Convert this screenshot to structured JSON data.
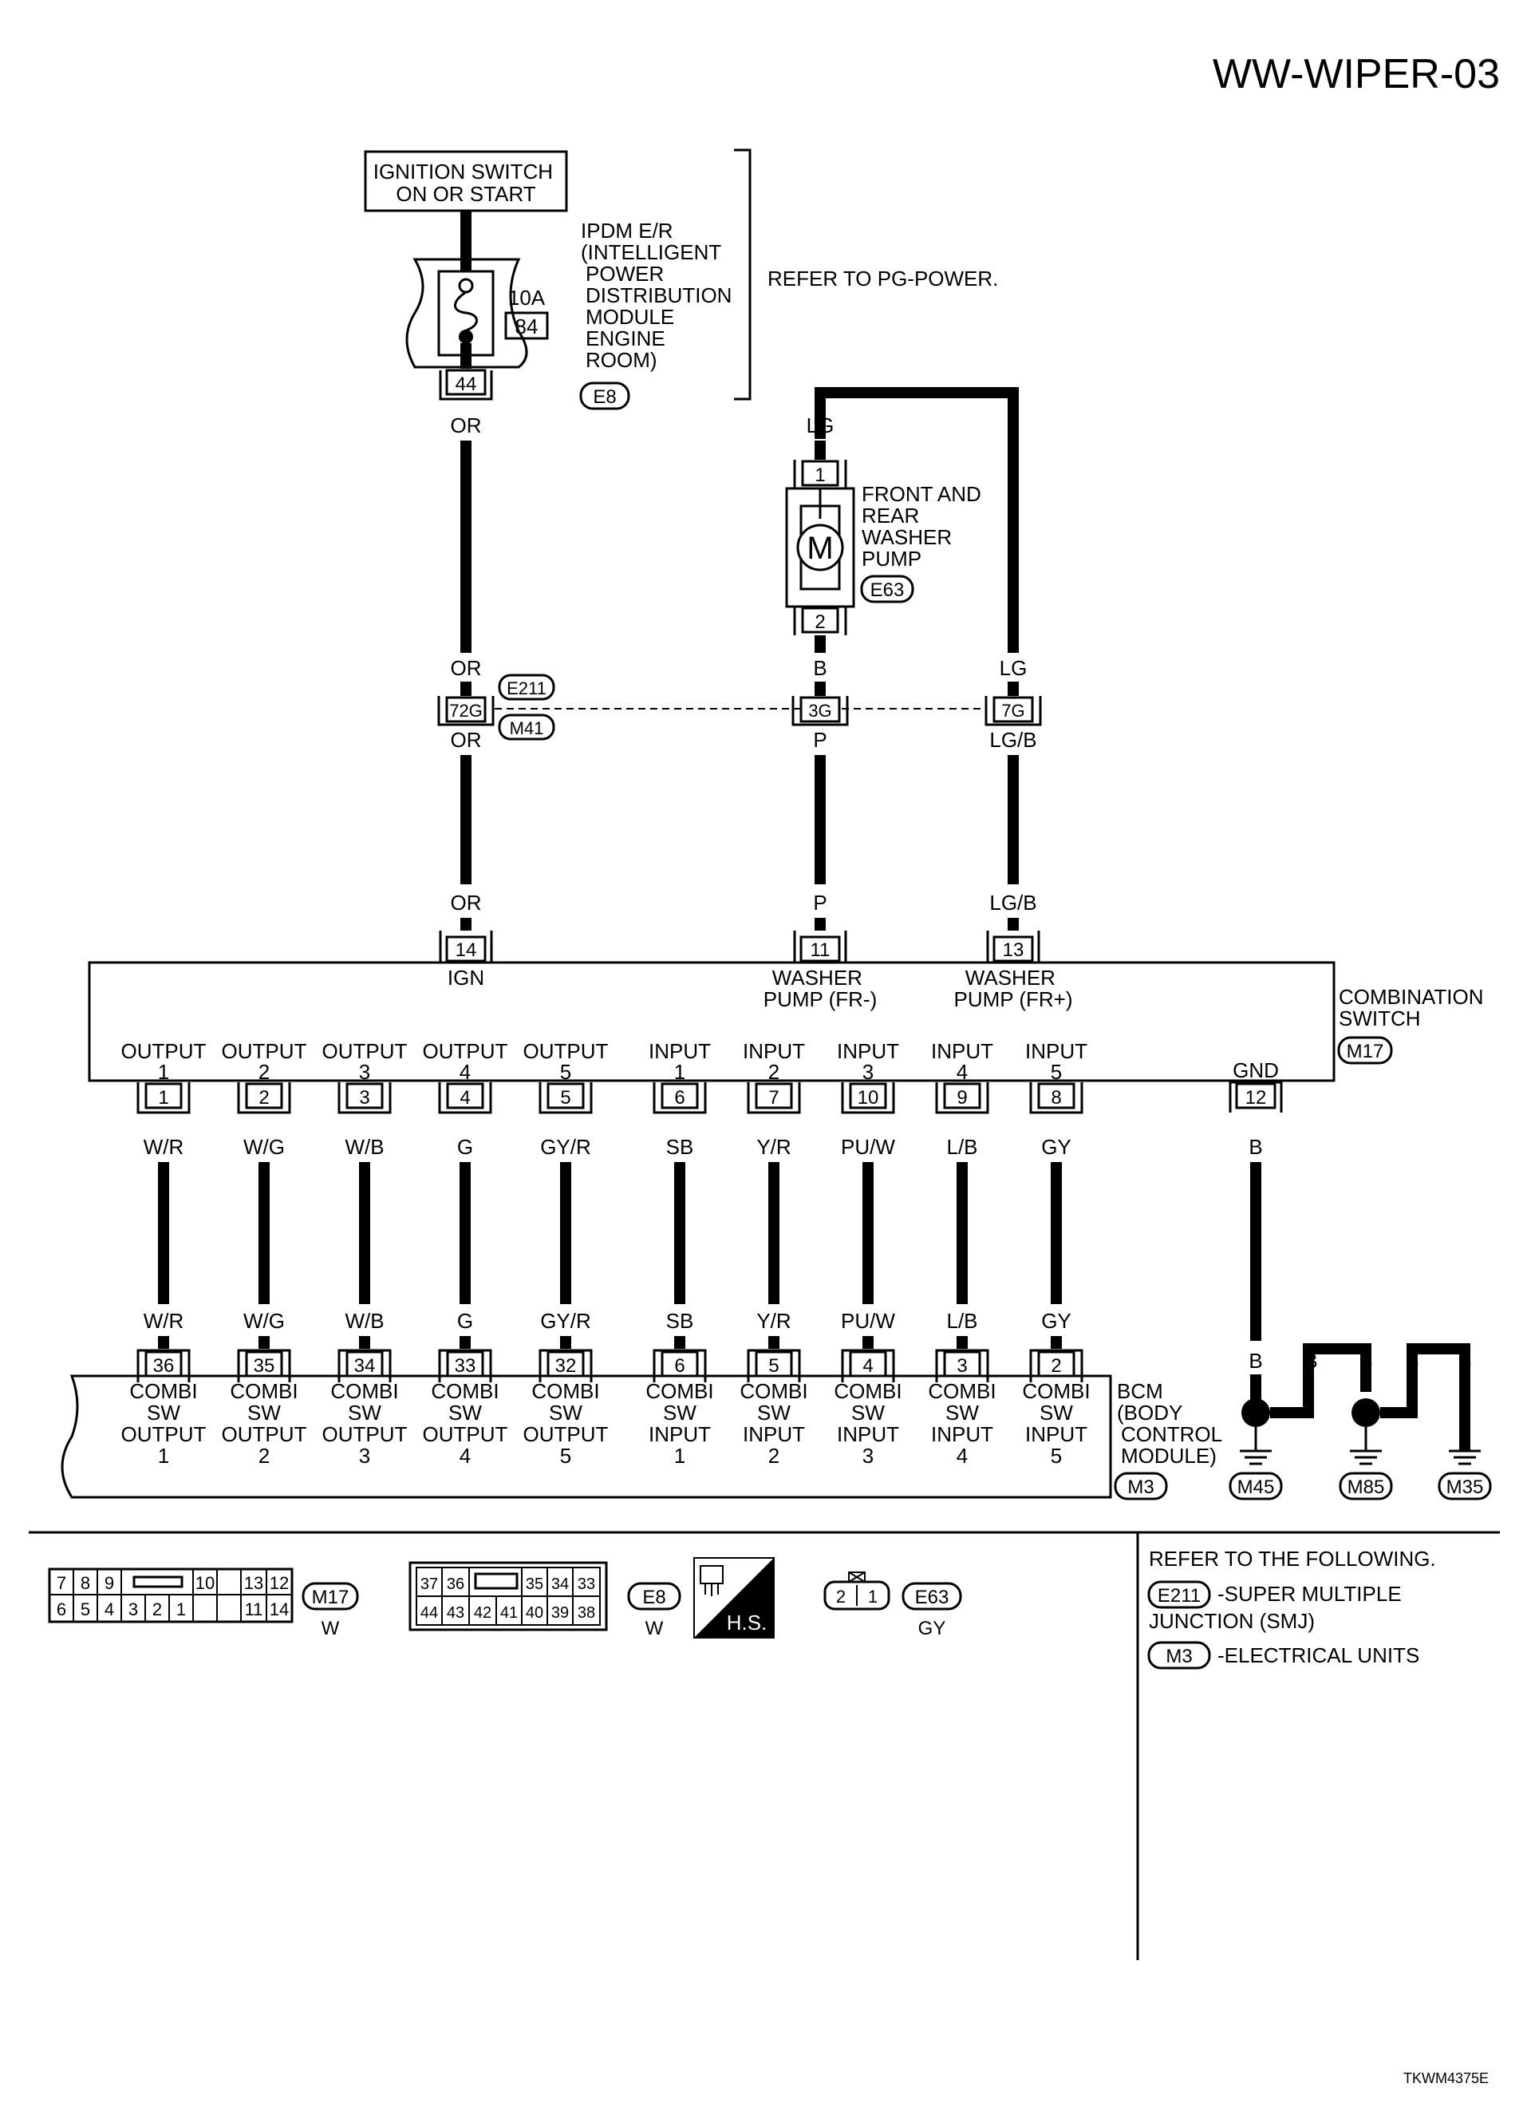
{
  "page": {
    "title": "WW-WIPER-03",
    "footer_code": "TKWM4375E",
    "ink_color": "#000000",
    "background_color": "#ffffff"
  },
  "power": {
    "ignition_label": [
      "IGNITION SWITCH",
      "ON OR START"
    ],
    "ipdm_label": [
      "IPDM E/R",
      "(INTELLIGENT",
      "POWER",
      "DISTRIBUTION",
      "MODULE",
      "ENGINE",
      "ROOM)"
    ],
    "fuse_rating": "10A",
    "fuse_number": "84",
    "ipdm_pin": "44",
    "ipdm_connector": "E8",
    "refer_note": "REFER TO PG-POWER."
  },
  "pump": {
    "label": [
      "FRONT AND",
      "REAR",
      "WASHER",
      "PUMP"
    ],
    "connector": "E63",
    "motor_symbol": "M",
    "pin_top": "1",
    "pin_bottom": "2"
  },
  "joint": {
    "connector_top": "E211",
    "connector_bottom": "M41"
  },
  "combination_switch": {
    "label": [
      "COMBINATION",
      "SWITCH"
    ],
    "connector": "M17",
    "top_terminals": [
      {
        "id": "14",
        "name": [
          "IGN"
        ],
        "color_above": "OR"
      },
      {
        "id": "11",
        "name": [
          "WASHER",
          "PUMP (FR-)"
        ],
        "color_above": "P"
      },
      {
        "id": "13",
        "name": [
          "WASHER",
          "PUMP (FR+)"
        ],
        "color_above": "LG/B"
      }
    ],
    "gnd": {
      "label": "GND",
      "pin": "12",
      "color": "B"
    }
  },
  "wires_upper": {
    "or_top": "OR",
    "lg_top": "LG",
    "b_pump": "B",
    "lg_above_joint": "LG",
    "or_above_joint": "OR",
    "or_below_joint": "OR",
    "p_below_joint": "P",
    "lgb_below_joint": "LG/B",
    "joint_pins": [
      "72G",
      "3G",
      "7G"
    ]
  },
  "signals": [
    {
      "switch_label": [
        "OUTPUT",
        "1"
      ],
      "switch_pin": "1",
      "color": "W/R",
      "bcm_pin": "36",
      "bcm_label": [
        "COMBI",
        "SW",
        "OUTPUT",
        "1"
      ]
    },
    {
      "switch_label": [
        "OUTPUT",
        "2"
      ],
      "switch_pin": "2",
      "color": "W/G",
      "bcm_pin": "35",
      "bcm_label": [
        "COMBI",
        "SW",
        "OUTPUT",
        "2"
      ]
    },
    {
      "switch_label": [
        "OUTPUT",
        "3"
      ],
      "switch_pin": "3",
      "color": "W/B",
      "bcm_pin": "34",
      "bcm_label": [
        "COMBI",
        "SW",
        "OUTPUT",
        "3"
      ]
    },
    {
      "switch_label": [
        "OUTPUT",
        "4"
      ],
      "switch_pin": "4",
      "color": "G",
      "bcm_pin": "33",
      "bcm_label": [
        "COMBI",
        "SW",
        "OUTPUT",
        "4"
      ]
    },
    {
      "switch_label": [
        "OUTPUT",
        "5"
      ],
      "switch_pin": "5",
      "color": "GY/R",
      "bcm_pin": "32",
      "bcm_label": [
        "COMBI",
        "SW",
        "OUTPUT",
        "5"
      ]
    },
    {
      "switch_label": [
        "INPUT",
        "1"
      ],
      "switch_pin": "6",
      "color": "SB",
      "bcm_pin": "6",
      "bcm_label": [
        "COMBI",
        "SW",
        "INPUT",
        "1"
      ]
    },
    {
      "switch_label": [
        "INPUT",
        "2"
      ],
      "switch_pin": "7",
      "color": "Y/R",
      "bcm_pin": "5",
      "bcm_label": [
        "COMBI",
        "SW",
        "INPUT",
        "2"
      ]
    },
    {
      "switch_label": [
        "INPUT",
        "3"
      ],
      "switch_pin": "10",
      "color": "PU/W",
      "bcm_pin": "4",
      "bcm_label": [
        "COMBI",
        "SW",
        "INPUT",
        "3"
      ]
    },
    {
      "switch_label": [
        "INPUT",
        "4"
      ],
      "switch_pin": "9",
      "color": "L/B",
      "bcm_pin": "3",
      "bcm_label": [
        "COMBI",
        "SW",
        "INPUT",
        "4"
      ]
    },
    {
      "switch_label": [
        "INPUT",
        "5"
      ],
      "switch_pin": "8",
      "color": "GY",
      "bcm_pin": "2",
      "bcm_label": [
        "COMBI",
        "SW",
        "INPUT",
        "5"
      ]
    }
  ],
  "bcm": {
    "label": [
      "BCM",
      "(BODY",
      "CONTROL",
      "MODULE)"
    ],
    "connector": "M3"
  },
  "grounds": {
    "wire_color": "B",
    "connectors": [
      "M45",
      "M85",
      "M35"
    ]
  },
  "connector_faces": {
    "m17": {
      "row1": [
        "7",
        "8",
        "9",
        "10",
        "13",
        "12"
      ],
      "row2": [
        "6",
        "5",
        "4",
        "3",
        "2",
        "1",
        "11",
        "14"
      ],
      "id": "M17",
      "color": "W"
    },
    "e8": {
      "row1": [
        "37",
        "36",
        "35",
        "34",
        "33"
      ],
      "row2": [
        "44",
        "43",
        "42",
        "41",
        "40",
        "39",
        "38"
      ],
      "id": "E8",
      "color": "W"
    },
    "hs_label": "H.S.",
    "e63": {
      "pins": [
        "2",
        "1"
      ],
      "id": "E63",
      "color": "GY"
    }
  },
  "references": {
    "heading": "REFER TO THE FOLLOWING.",
    "items": [
      {
        "connector": "E211",
        "text": [
          "-SUPER MULTIPLE",
          "JUNCTION (SMJ)"
        ]
      },
      {
        "connector": "M3",
        "text": [
          "-ELECTRICAL UNITS"
        ]
      }
    ]
  }
}
